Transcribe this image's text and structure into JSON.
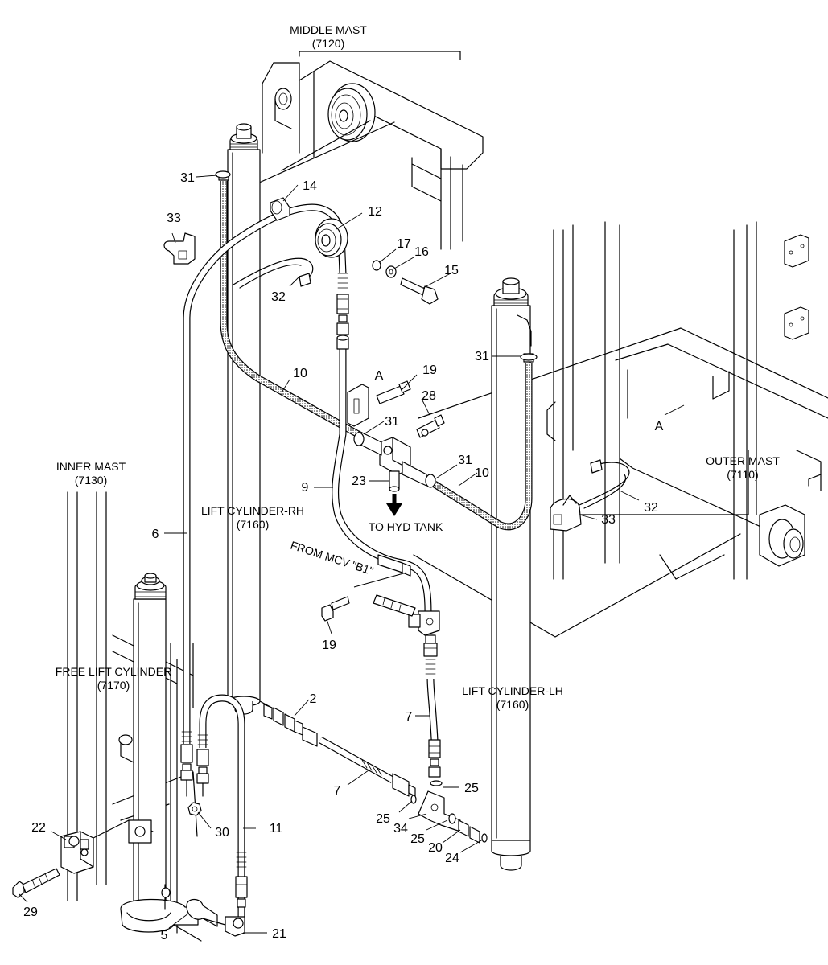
{
  "labels": {
    "middle_mast": "MIDDLE MAST",
    "middle_mast_code": "(7120)",
    "inner_mast": "INNER MAST",
    "inner_mast_code": "(7130)",
    "outer_mast": "OUTER MAST",
    "outer_mast_code": "(7110)",
    "lift_cyl_rh": "LIFT CYLINDER-RH",
    "lift_cyl_rh_code": "(7160)",
    "lift_cyl_lh": "LIFT CYLINDER-LH",
    "lift_cyl_lh_code": "(7160)",
    "free_lift": "FREE LIFT CYLINDER",
    "free_lift_code": "(7170)",
    "to_tank": "TO HYD TANK",
    "from_mcv": "FROM MCV \"B1\"",
    "view_a_1": "A",
    "view_a_2": "A"
  },
  "callouts": {
    "c31a": "31",
    "c14": "14",
    "c12": "12",
    "c33a": "33",
    "c17": "17",
    "c16": "16",
    "c15": "15",
    "c32a": "32",
    "c10a": "10",
    "c19a": "19",
    "c28": "28",
    "c31b": "31",
    "c31c": "31",
    "c31d": "31",
    "c10b": "10",
    "c9": "9",
    "c23": "23",
    "c32b": "32",
    "c33b": "33",
    "c6": "6",
    "c19b": "19",
    "c2": "2",
    "c7a": "7",
    "c7b": "7",
    "c25a": "25",
    "c25b": "25",
    "c34": "34",
    "c25c": "25",
    "c20": "20",
    "c24": "24",
    "c30": "30",
    "c11": "11",
    "c22": "22",
    "c29": "29",
    "c5": "5",
    "c21": "21"
  }
}
